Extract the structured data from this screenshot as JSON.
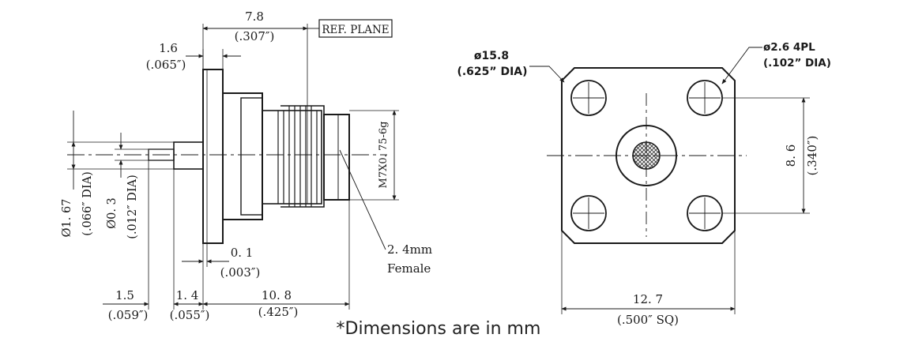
{
  "side_view": {
    "dim_overall_mm": "7.8",
    "dim_overall_in": "(.307″)",
    "ref_plane": "REF. PLANE",
    "dim_flange_mm": "1.6",
    "dim_flange_in": "(.065″)",
    "thread_spec": "M7X0. 75-6g",
    "connector_type_line1": "2. 4mm",
    "connector_type_line2": "Female",
    "dim_gap_mm": "0. 1",
    "dim_gap_in": "(.003″)",
    "dim_pin_dia": "Ø1. 67",
    "dim_pin_dia_in": "(.066″ DIA)",
    "dim_tip_dia": "Ø0. 3",
    "dim_tip_dia_in": "(.012″ DIA)",
    "dim_a_mm": "1.5",
    "dim_a_in": "(.059″)",
    "dim_b_mm": "1. 4",
    "dim_b_in": "(.055″)",
    "dim_c_mm": "10. 8",
    "dim_c_in": "(.425″)"
  },
  "front_view": {
    "dim_circle_dia": "ø15.8",
    "dim_circle_dia_in": "(.625” DIA)",
    "dim_hole_dia": "ø2.6  4PL",
    "dim_hole_dia_in": "(.102” DIA)",
    "dim_hole_spacing_mm": "8. 6",
    "dim_hole_spacing_in": "(.340″)",
    "dim_square_mm": "12. 7",
    "dim_square_in": "(.500″ SQ)"
  },
  "footnote": "*Dimensions are in mm",
  "colors": {
    "ink": "#1a1a1a",
    "background": "#ffffff"
  }
}
